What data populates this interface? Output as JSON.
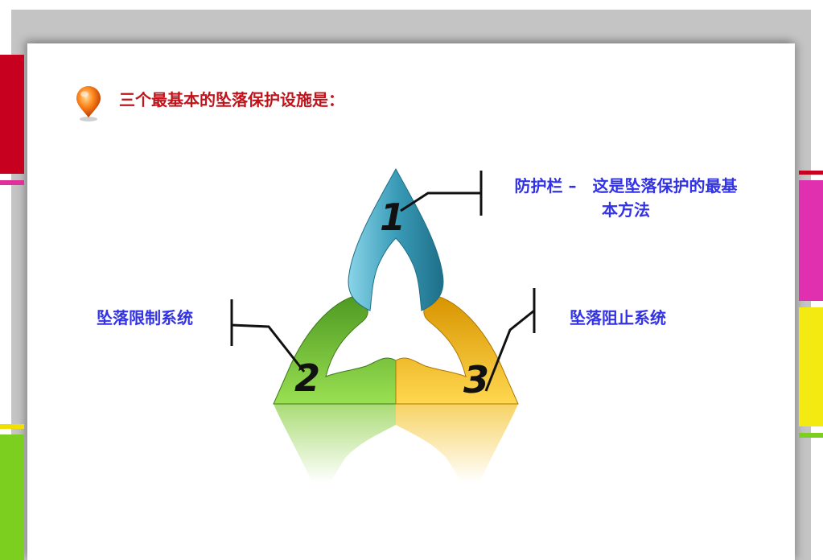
{
  "heading": "三个最基本的坠落保护设施是：",
  "items": [
    {
      "number": "1",
      "label": "防护栏 –　这是坠落保护的最基本方法",
      "color": "#3a9cb8"
    },
    {
      "number": "2",
      "label": "坠落限制系统",
      "color": "#6ab836"
    },
    {
      "number": "3",
      "label": "坠落阻止系统",
      "color": "#f0b410"
    }
  ],
  "colors": {
    "heading": "#c0141c",
    "label": "#3232e6"
  },
  "icons": {
    "bullet": "location-pin-icon"
  }
}
